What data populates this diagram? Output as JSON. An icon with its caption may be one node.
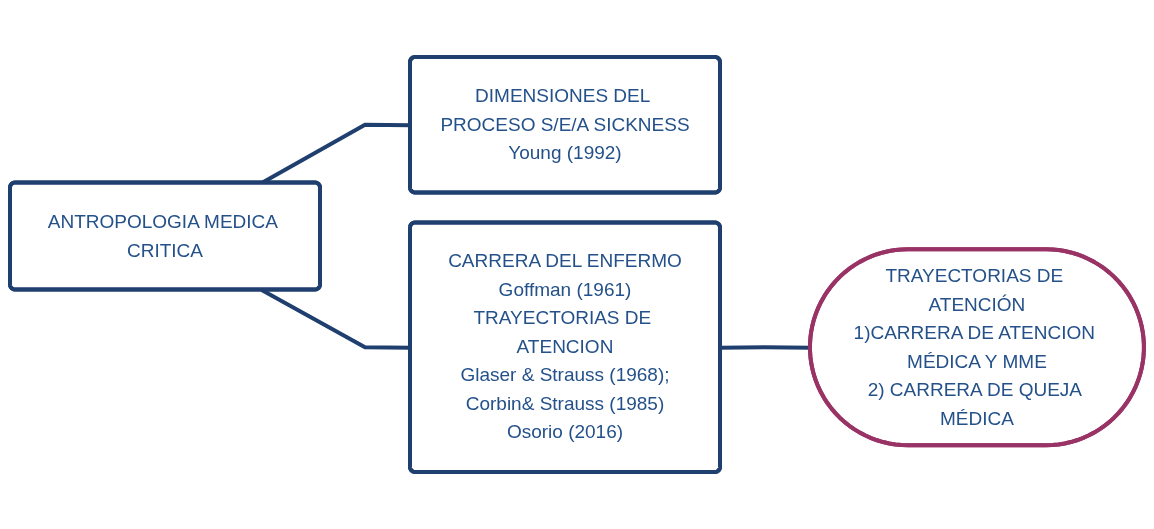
{
  "diagram": {
    "nodes": [
      {
        "text": [
          "ANTROPOLOGIA MEDICA CRITICA"
        ]
      },
      {
        "text": [
          "DIMENSIONES DEL PROCESO S/E/A SICKNESS",
          "Young (1992)"
        ]
      },
      {
        "text": [
          "CARRERA DEL ENFERMO",
          "Goffman (1961)",
          "TRAYECTORIAS DE ATENCION",
          "Glaser & Strauss (1968);",
          "Corbin& Strauss (1985)",
          "Osorio (2016)"
        ]
      },
      {
        "text": [
          "TRAYECTORIAS DE ATENCIÓN",
          "1)CARRERA DE ATENCION MÉDICA Y MME",
          "2) CARRERA DE QUEJA MÉDICA"
        ]
      }
    ],
    "edges": [
      {
        "from": 0,
        "to": 1,
        "arrow": "none"
      },
      {
        "from": 0,
        "to": 2,
        "arrow": "none"
      },
      {
        "from": 2,
        "to": 3,
        "arrow": "none"
      }
    ]
  }
}
